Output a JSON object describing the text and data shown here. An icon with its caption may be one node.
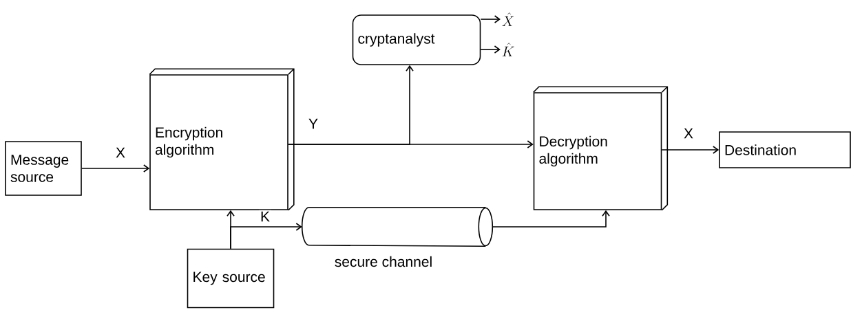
{
  "diagram": {
    "nodes": [
      {
        "text": [
          "Message source"
        ]
      },
      {
        "text": [
          "Encryption algorithm"
        ]
      },
      {
        "text": [
          "cryptanalyst"
        ]
      },
      {
        "text": [
          "\\hat{X}"
        ]
      },
      {
        "text": [
          "\\hat{K}"
        ]
      },
      {
        "text": [
          "Decryption algorithm"
        ]
      },
      {
        "text": [
          "Destination"
        ]
      },
      {
        "text": [
          "Key source"
        ]
      },
      {
        "text": [
          "secure channel"
        ]
      }
    ],
    "edges": [
      {
        "from": 0,
        "to": 1,
        "arrow": "to",
        "label": "X"
      },
      {
        "from": 1,
        "to": 5,
        "arrow": "to",
        "label": "Y"
      },
      {
        "from": 1,
        "to": 2,
        "arrow": "to"
      },
      {
        "from": 2,
        "to": 3,
        "arrow": "to"
      },
      {
        "from": 2,
        "to": 4,
        "arrow": "to"
      },
      {
        "from": 7,
        "to": 1,
        "arrow": "to"
      },
      {
        "from": 7,
        "to": 8,
        "arrow": "to",
        "label": "K"
      },
      {
        "from": 8,
        "to": 5,
        "arrow": "to"
      },
      {
        "from": 5,
        "to": 6,
        "arrow": "to",
        "label": "X"
      }
    ]
  }
}
